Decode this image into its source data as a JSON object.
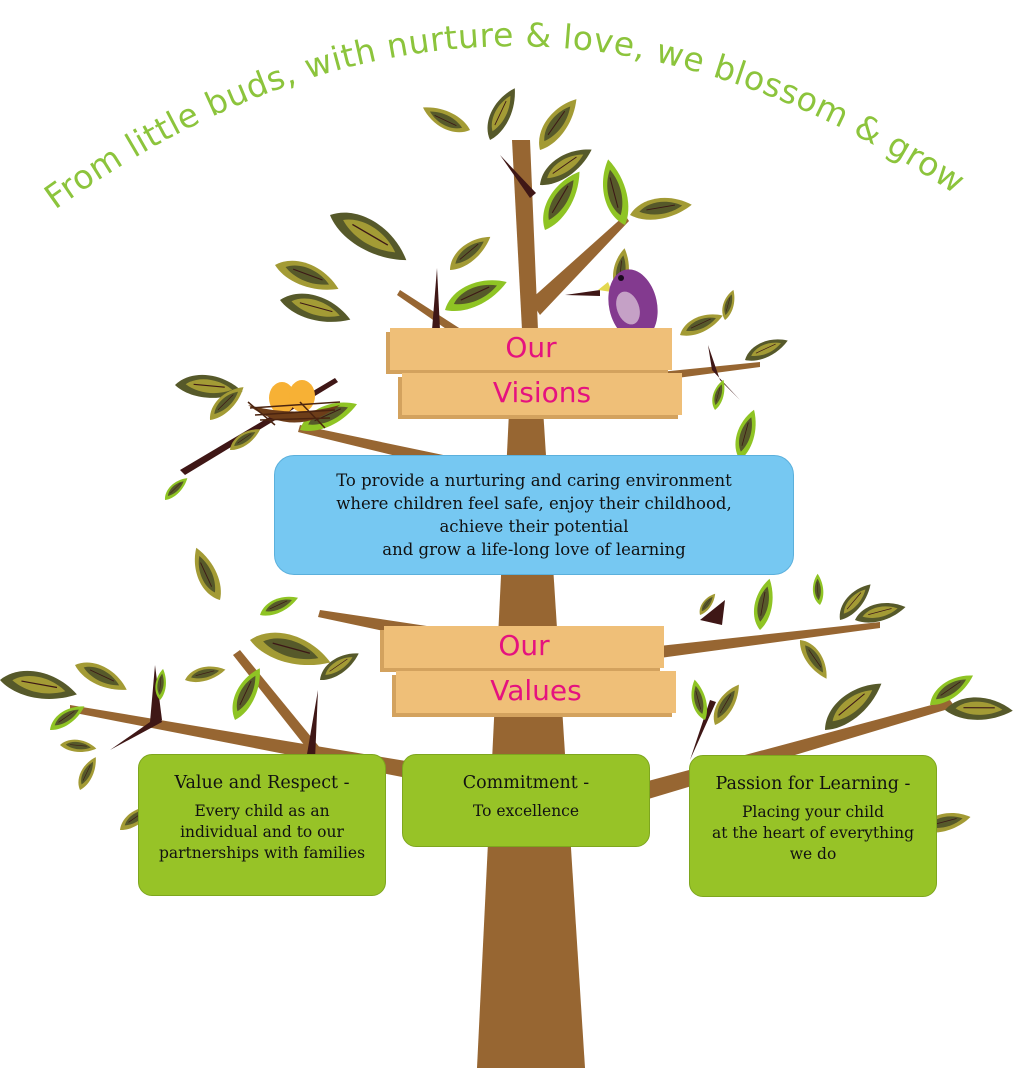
{
  "motto": "From little buds, with nurture & love, we blossom & grow",
  "vision_sign": {
    "line1": "Our",
    "line2": "Visions"
  },
  "vision_statement": [
    "To provide a nurturing and caring environment",
    "where children feel safe, enjoy their childhood,",
    "achieve their potential",
    "and grow a life-long love of learning"
  ],
  "values_sign": {
    "line1": "Our",
    "line2": "Values"
  },
  "values": [
    {
      "title": "Value and Respect -",
      "description": "Every child as an\nindividual and to our\npartnerships with families"
    },
    {
      "title": "Commitment -",
      "description": "To excellence"
    },
    {
      "title": "Passion for Learning -",
      "description": "Placing your child\nat the heart of everything\nwe do"
    }
  ],
  "colors": {
    "motto_green": "#8cc43c",
    "sign_text_pink": "#e5127f",
    "plank": "#efbf78",
    "vision_box": "#76c8f2",
    "value_box": "#97c327",
    "trunk": "#976632",
    "bird_purple": "#833a8f"
  },
  "illustration": {
    "bird": "purple-bird",
    "nest": "nest-with-two-eggs"
  }
}
